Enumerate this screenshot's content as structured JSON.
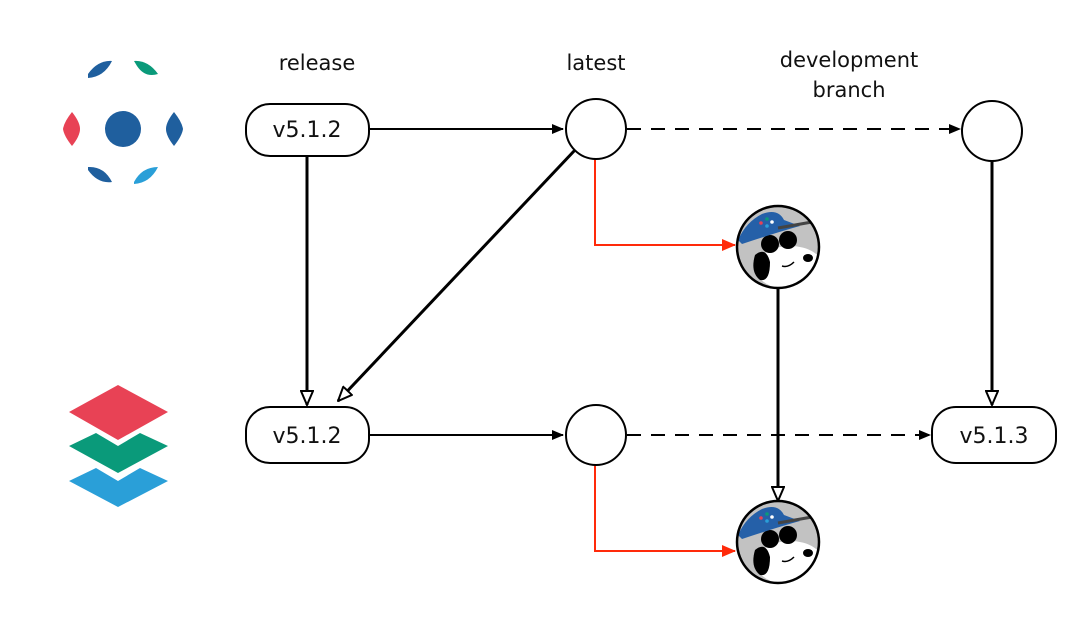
{
  "columns": {
    "release": "release",
    "latest": "latest",
    "development_line1": "development",
    "development_line2": "branch"
  },
  "rows": [
    {
      "name": "top",
      "logo": "hexagon-dots-logo-icon",
      "release_version": "v5.1.2",
      "dev_version": ""
    },
    {
      "name": "bottom",
      "logo": "stacked-layers-logo-icon",
      "release_version": "v5.1.2",
      "dev_version": "v5.1.3"
    }
  ],
  "nodes": {
    "top_release": "v5.1.2",
    "bottom_release": "v5.1.2",
    "bottom_dev": "v5.1.3"
  },
  "icons": {
    "mascot": "mascot-dog-with-hat-icon"
  },
  "colors": {
    "line": "#000000",
    "red_edge": "#ff2a0a",
    "logo_blue": "#1f5f9e",
    "logo_green": "#0a9a7a",
    "logo_red": "#e84255",
    "logo_light_blue": "#2a9fd8",
    "mascot_bg": "#c2c2c2",
    "hat": "#2560a8"
  }
}
